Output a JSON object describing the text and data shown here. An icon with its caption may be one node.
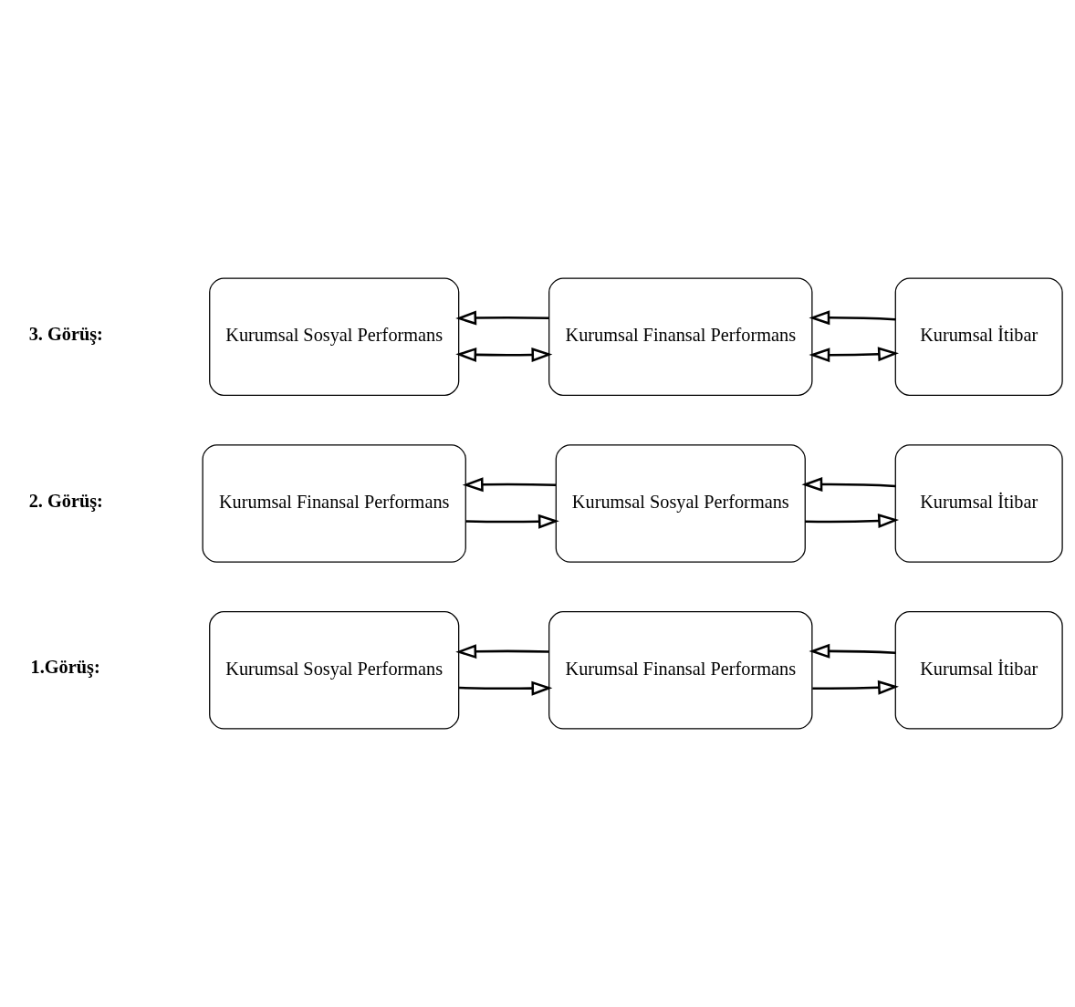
{
  "diagram": {
    "nodes": [
      {
        "text": [
          "Kurumsal Sosyal Performans"
        ]
      },
      {
        "text": [
          "Kurumsal Finansal Performans"
        ]
      },
      {
        "text": [
          "Kurumsal İtibar"
        ]
      },
      {
        "text": [
          "Kurumsal Finansal Performans"
        ]
      },
      {
        "text": [
          "Kurumsal Sosyal Performans"
        ]
      },
      {
        "text": [
          "Kurumsal İtibar"
        ]
      },
      {
        "text": [
          "Kurumsal Sosyal Performans"
        ]
      },
      {
        "text": [
          "Kurumsal Finansal Performans"
        ]
      },
      {
        "text": [
          "Kurumsal İtibar"
        ]
      }
    ],
    "edges": [
      {
        "from": 0,
        "to": 1,
        "arrow": "to"
      },
      {
        "from": 1,
        "to": 2,
        "arrow": "to"
      },
      {
        "from": 1,
        "to": 0,
        "arrow": "to"
      },
      {
        "from": 2,
        "to": 1,
        "arrow": "to"
      },
      {
        "from": 3,
        "to": 4,
        "arrow": "to"
      },
      {
        "from": 4,
        "to": 5,
        "arrow": "to"
      },
      {
        "from": 4,
        "to": 3,
        "arrow": "to"
      },
      {
        "from": 5,
        "to": 4,
        "arrow": "to"
      },
      {
        "from": 6,
        "to": 7,
        "arrow": "both"
      },
      {
        "from": 7,
        "to": 8,
        "arrow": "both"
      },
      {
        "from": 7,
        "to": 6,
        "arrow": "to"
      },
      {
        "from": 8,
        "to": 7,
        "arrow": "to"
      }
    ],
    "labels": [
      "1.Görüş:",
      "2. Görüş:",
      "3. Görüş:"
    ]
  }
}
